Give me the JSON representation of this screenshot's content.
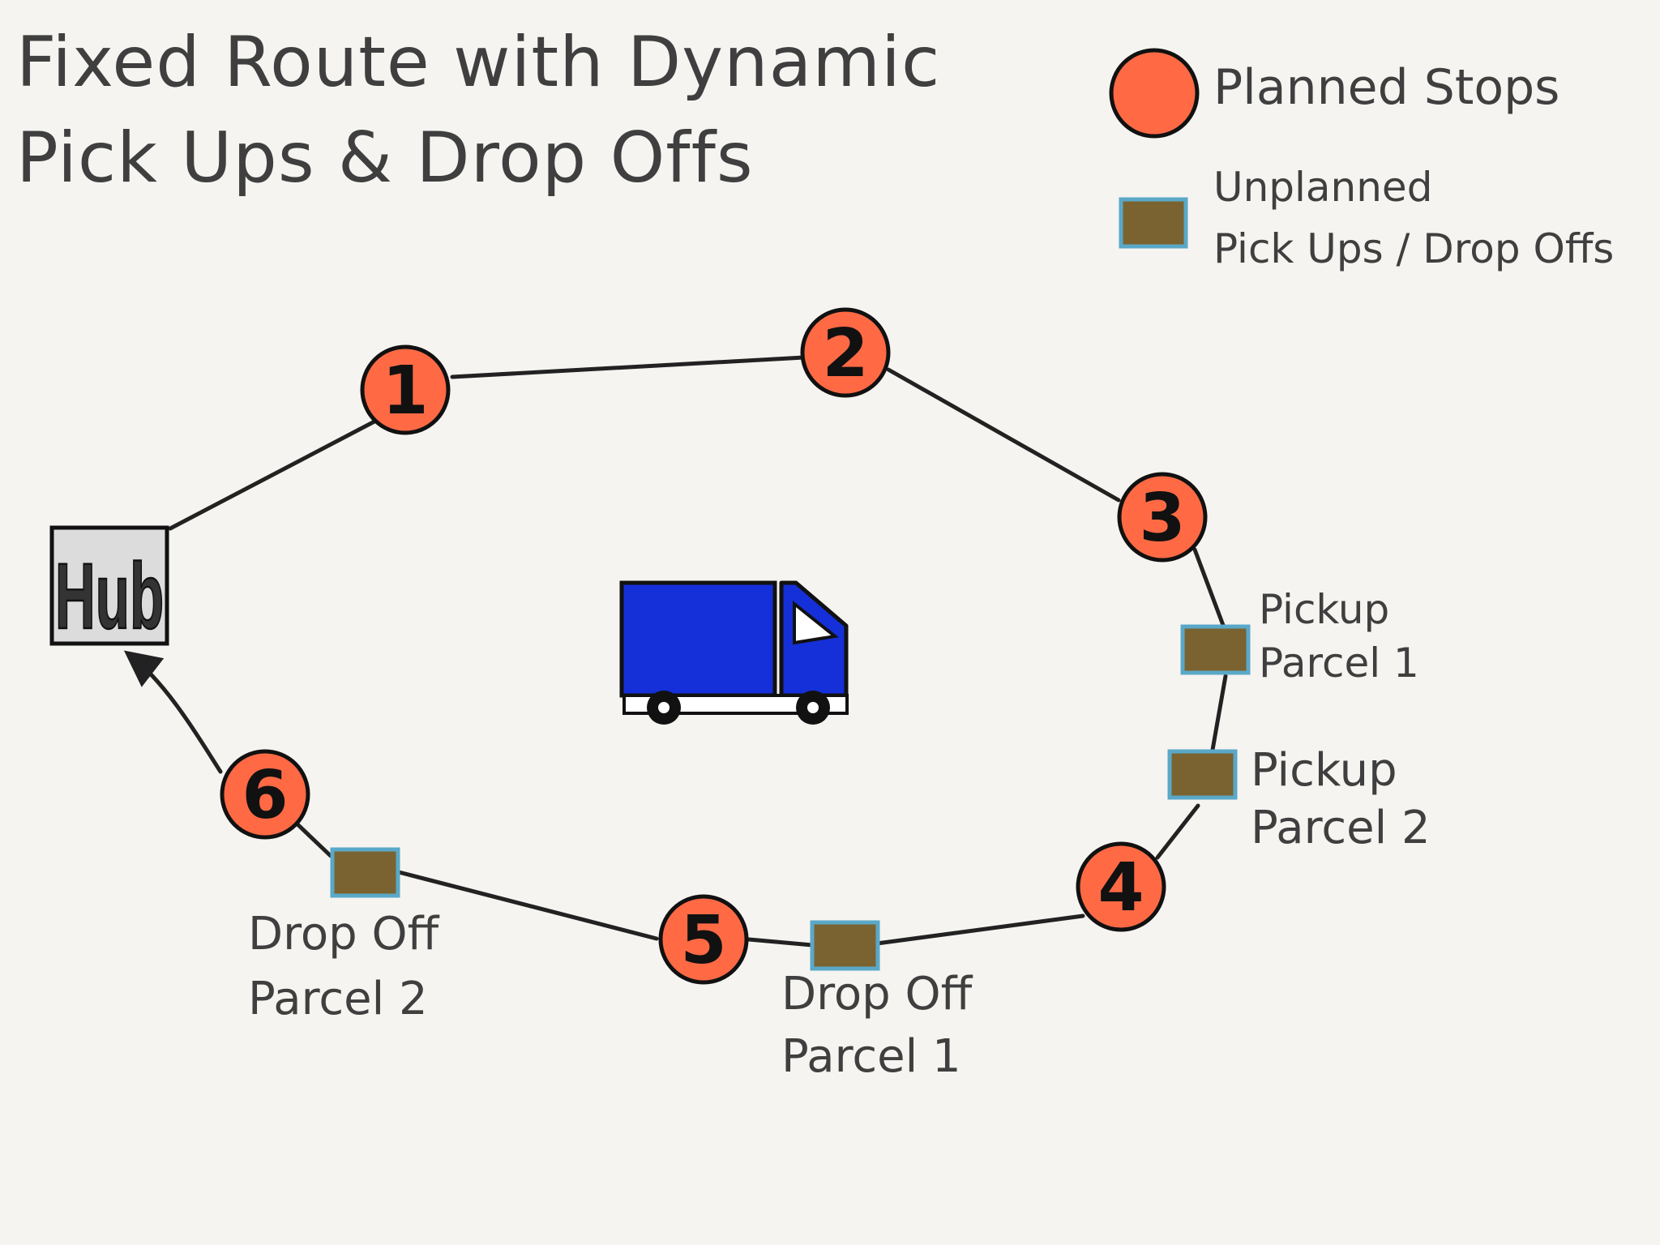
{
  "title": {
    "line1": "Fixed Route with Dynamic",
    "line2": "Pick Ups & Drop Offs"
  },
  "legend": {
    "planned_label": "Planned Stops",
    "unplanned_line1": "Unplanned",
    "unplanned_line2": "Pick Ups / Drop Offs"
  },
  "hub": {
    "label": "Hub"
  },
  "stops": [
    "1",
    "2",
    "3",
    "4",
    "5",
    "6"
  ],
  "events": [
    {
      "line1": "Pickup",
      "line2": "Parcel 1"
    },
    {
      "line1": "Pickup",
      "line2": "Parcel 2"
    },
    {
      "line1": "Drop Off",
      "line2": "Parcel 1"
    },
    {
      "line1": "Drop Off",
      "line2": "Parcel 2"
    }
  ],
  "colors": {
    "stop_fill": "#ff6a45",
    "parcel_fill": "#7a6330",
    "parcel_border": "#5aa8c8",
    "truck": "#1530d8",
    "hub_fill": "#dcdcdc",
    "background": "#f5f4f1"
  },
  "icons": {
    "vehicle": "truck-icon",
    "depot": "hub-box"
  }
}
